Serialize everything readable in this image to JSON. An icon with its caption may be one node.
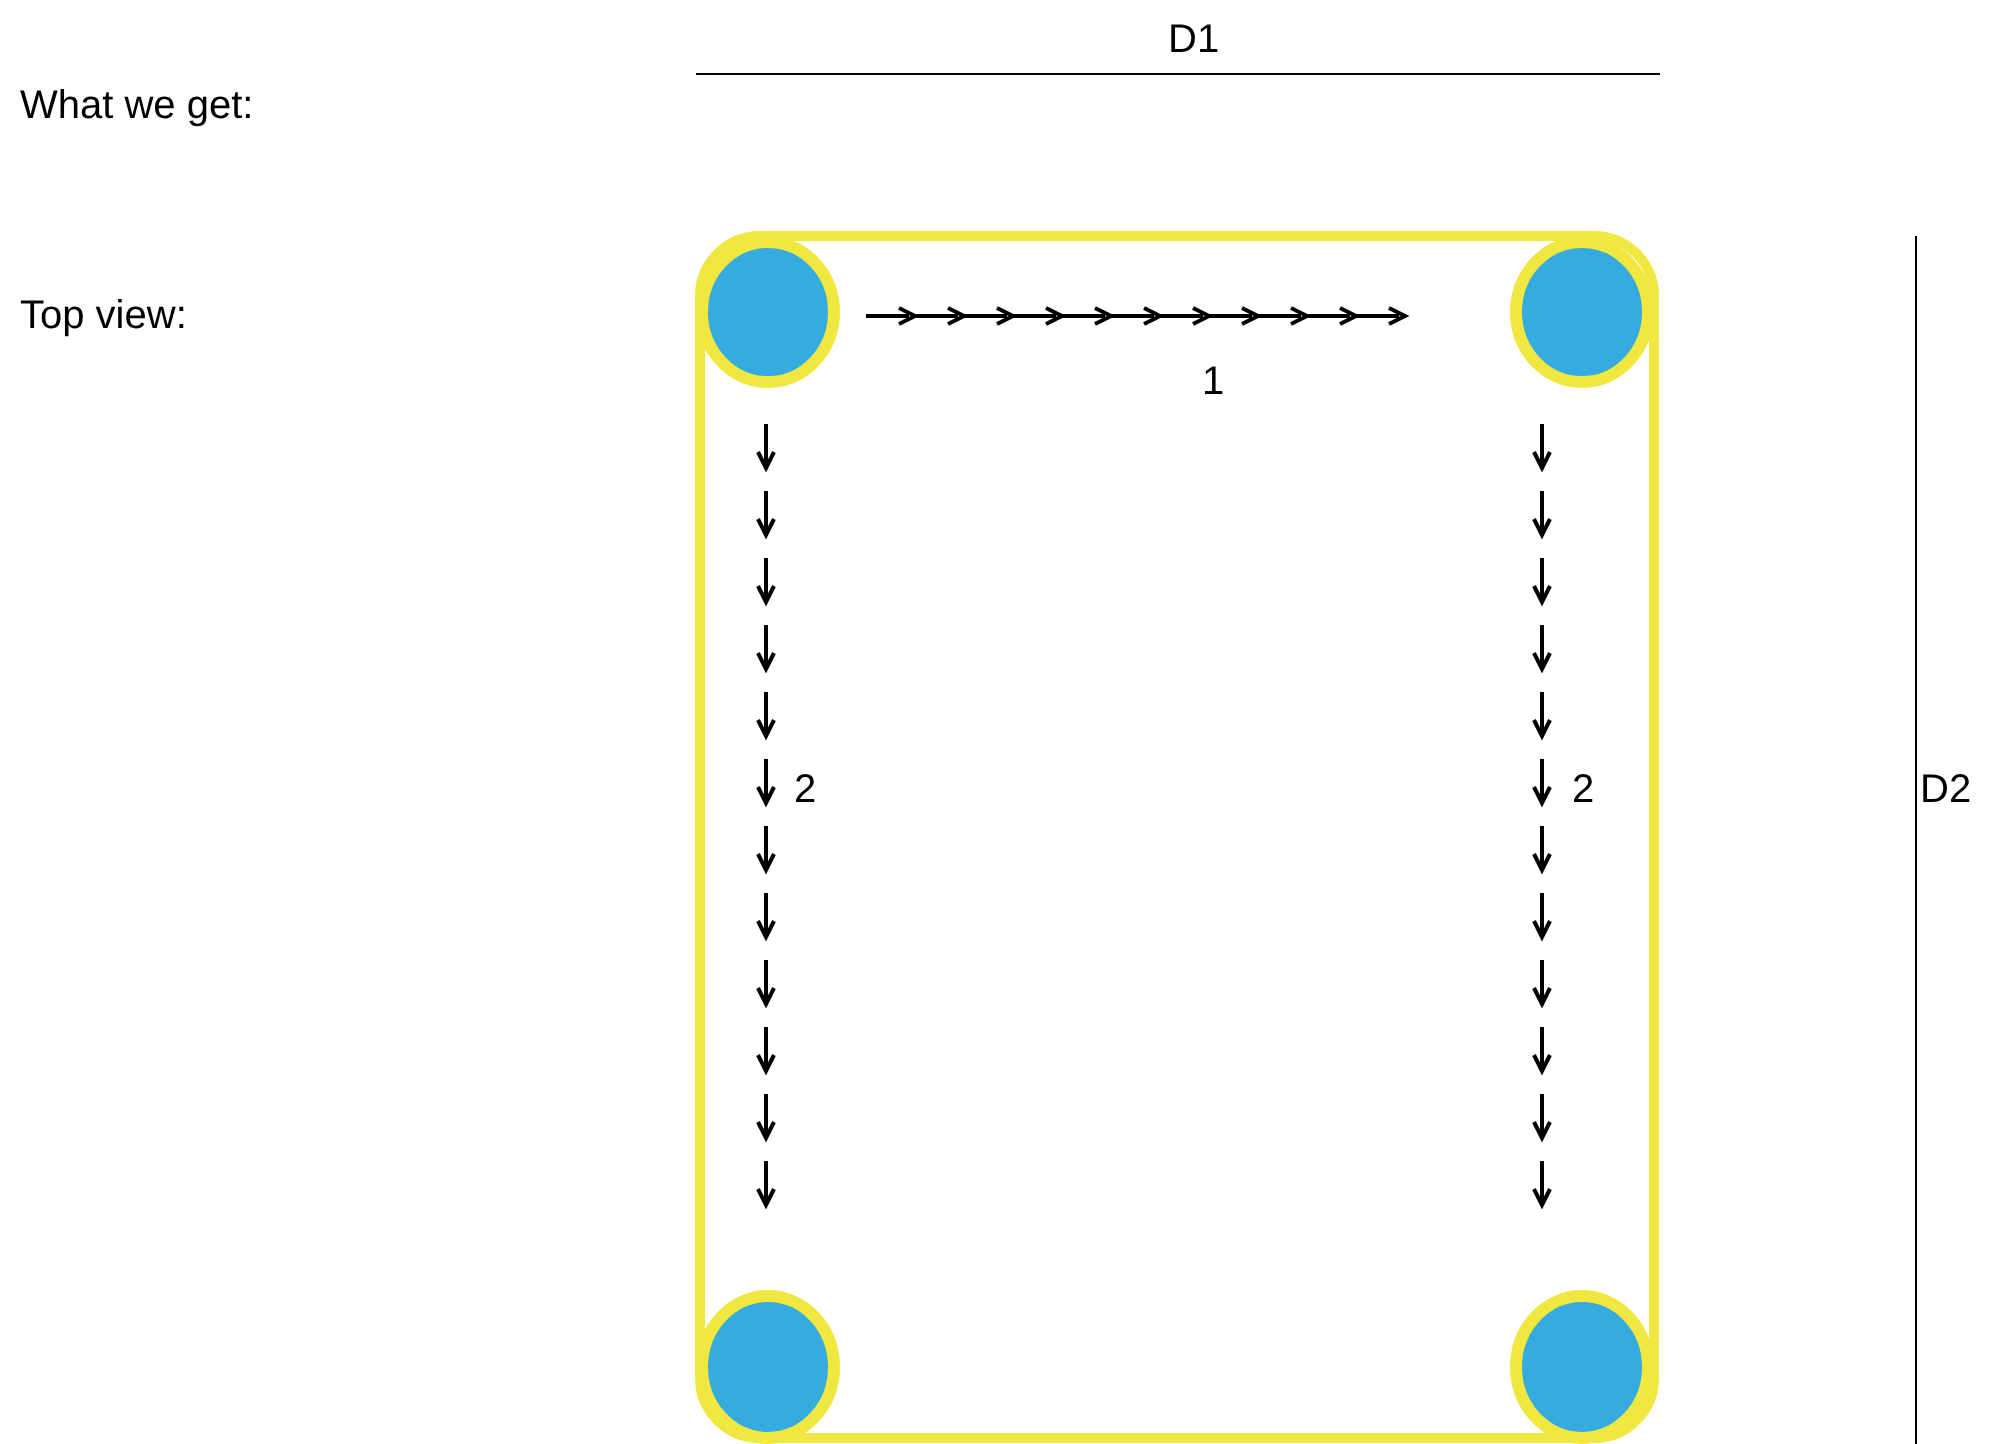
{
  "diagram": {
    "nodes": [
      {
        "text": [],
        "shape": "circle"
      },
      {
        "text": [],
        "shape": "circle"
      },
      {
        "text": [],
        "shape": "circle"
      },
      {
        "text": [],
        "shape": "circle"
      }
    ],
    "labels": [
      "D1",
      "What we get:",
      "Top view:",
      "1",
      "2",
      "2",
      "D2"
    ]
  }
}
